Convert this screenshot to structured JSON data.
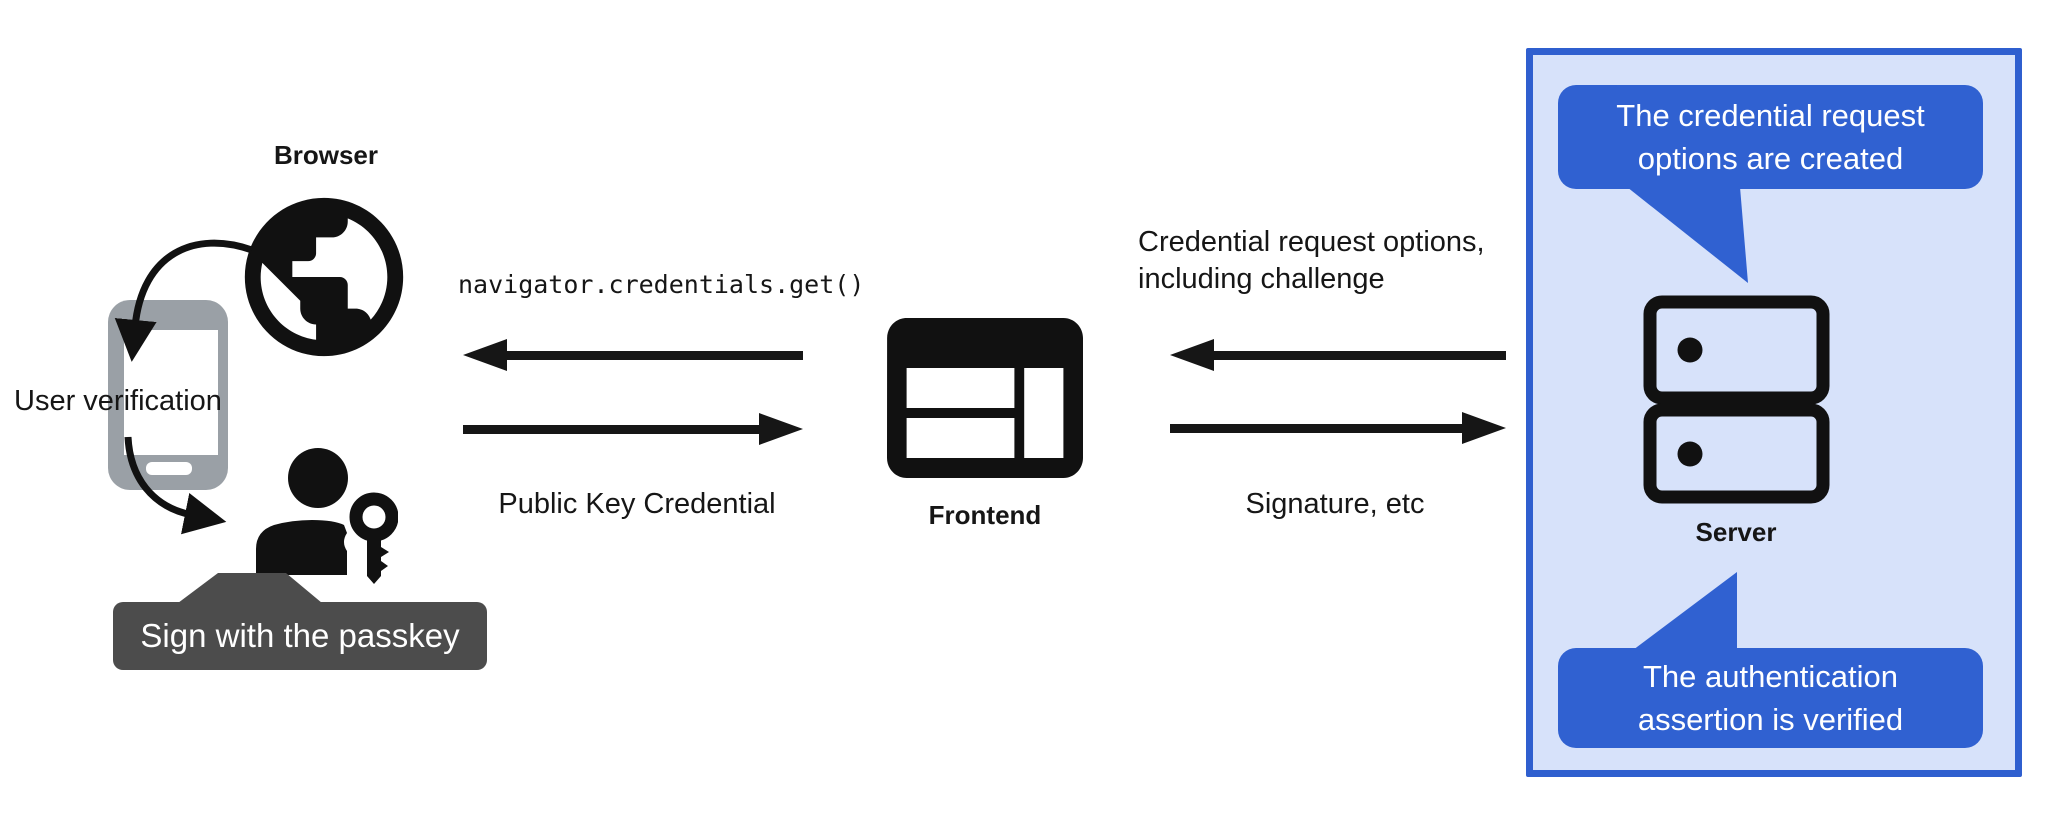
{
  "diagram": {
    "nodes": {
      "browser_label": "Browser",
      "frontend_label": "Frontend",
      "server_label": "Server"
    },
    "left": {
      "user_verification_label": "User verification",
      "passkey_tooltip": "Sign with the passkey"
    },
    "messages": {
      "navigator_call": "navigator.credentials.get()",
      "public_key_credential": "Public Key Credential",
      "credential_request_line1": "Credential request options,",
      "credential_request_line2": "including challenge",
      "signature": "Signature, etc"
    },
    "server_panel": {
      "bubble_top_line1": "The credential request",
      "bubble_top_line2": "options are created",
      "bubble_bottom_line1": "The authentication",
      "bubble_bottom_line2": "assertion is verified"
    },
    "icons": {
      "globe": "globe-icon",
      "smartphone": "smartphone-icon",
      "person": "person-icon",
      "key": "key-icon",
      "frontend_window": "frontend-window-icon",
      "server": "server-icon"
    },
    "colors": {
      "bubble_blue": "#3061d1",
      "panel_bg": "#d7e2fa",
      "panel_border": "#2f5fcf",
      "tooltip_gray": "#4c4c4c",
      "phone_gray": "#9aa0a6",
      "ink": "#161616"
    }
  }
}
